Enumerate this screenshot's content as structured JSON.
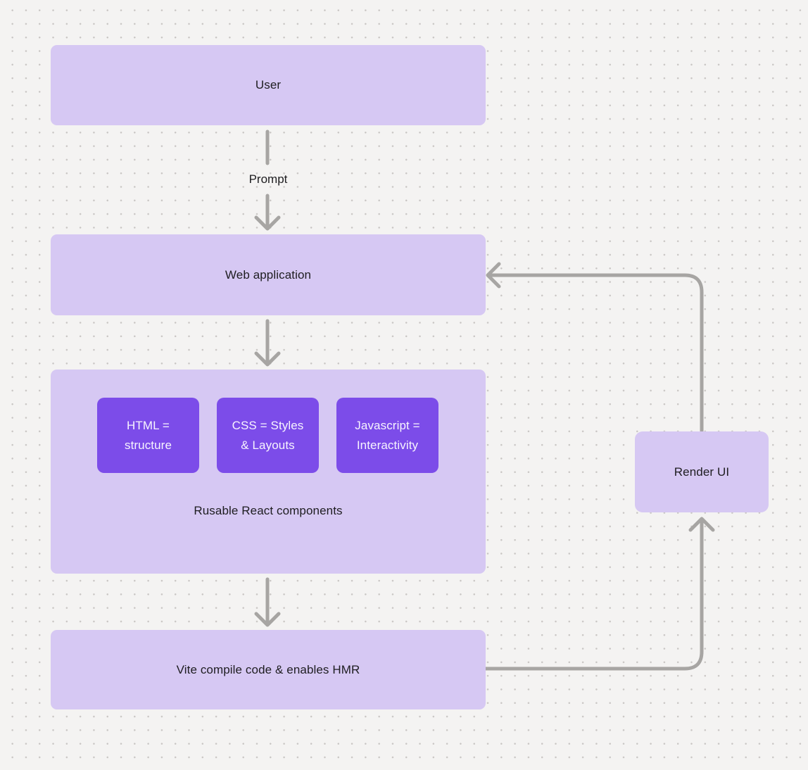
{
  "colors": {
    "background": "#f4f3f2",
    "dot_grid": "#c9c6c4",
    "node_fill": "#d6c8f3",
    "accent_fill": "#7c4ce9",
    "accent_text": "#f7f4fe",
    "arrow": "#a7a5a3",
    "text": "#1e1d20"
  },
  "diagram": {
    "nodes": {
      "user": {
        "label": "User"
      },
      "web_application": {
        "label": "Web application"
      },
      "components": {
        "caption": "Rusable React components",
        "items": [
          {
            "label": "HTML = structure"
          },
          {
            "label": "CSS = Styles & Layouts"
          },
          {
            "label": "Javascript = Interactivity"
          }
        ]
      },
      "vite": {
        "label": "Vite compile code & enables HMR"
      },
      "render_ui": {
        "label": "Render UI"
      }
    },
    "edge_labels": {
      "prompt": "Prompt"
    }
  }
}
